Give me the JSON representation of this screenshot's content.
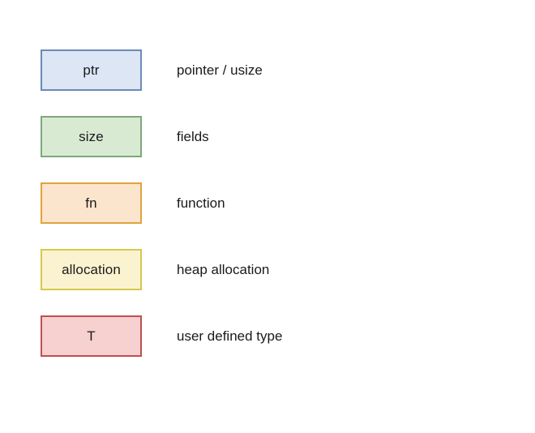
{
  "diagram": {
    "type": "legend",
    "background_color": "#ffffff",
    "items": [
      {
        "key": "ptr",
        "box_label": "ptr",
        "description": "pointer / usize",
        "fill_color": "#dce6f5",
        "border_color": "#6b89b8",
        "text_color": "#1a1a1a"
      },
      {
        "key": "size",
        "box_label": "size",
        "description": "fields",
        "fill_color": "#d9ead3",
        "border_color": "#7da87b",
        "text_color": "#1a1a1a"
      },
      {
        "key": "fn",
        "box_label": "fn",
        "description": "function",
        "fill_color": "#fce5cd",
        "border_color": "#e0a33e",
        "text_color": "#1a1a1a"
      },
      {
        "key": "allocation",
        "box_label": "allocation",
        "description": "heap allocation",
        "fill_color": "#fbf3d0",
        "border_color": "#d6c84f",
        "text_color": "#1a1a1a"
      },
      {
        "key": "user-type",
        "box_label": "T",
        "description": "user defined type",
        "fill_color": "#f7d0d0",
        "border_color": "#c0504d",
        "text_color": "#1a1a1a"
      }
    ]
  }
}
